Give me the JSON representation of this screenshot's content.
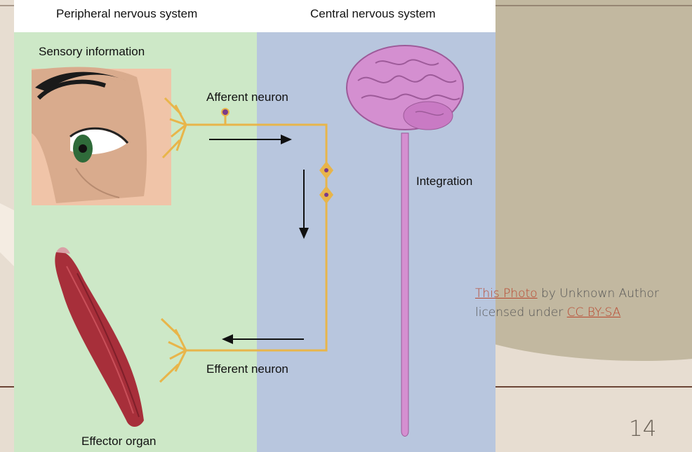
{
  "diagram": {
    "peripheral_title": "Peripheral nervous system",
    "central_title": "Central nervous system",
    "sensory_label": "Sensory information",
    "afferent_label": "Afferent neuron",
    "integration_label": "Integration",
    "efferent_label": "Efferent neuron",
    "effector_label": "Effector organ"
  },
  "attribution": {
    "photo_link": "This Photo",
    "by_text": " by Unknown Author licensed under ",
    "license_link": "CC BY-SA"
  },
  "slide": {
    "number": "14"
  },
  "colors": {
    "peripheral_bg": "#cde8c7",
    "central_bg": "#b8c6de",
    "neuron": "#e8b54a",
    "brain": "#d48fd0",
    "muscle": "#a72f3a",
    "skin": "#f0c4a8",
    "slide_bg": "#e7ddd1",
    "slide_tan": "#c2b8a0",
    "link": "#b9472f"
  }
}
